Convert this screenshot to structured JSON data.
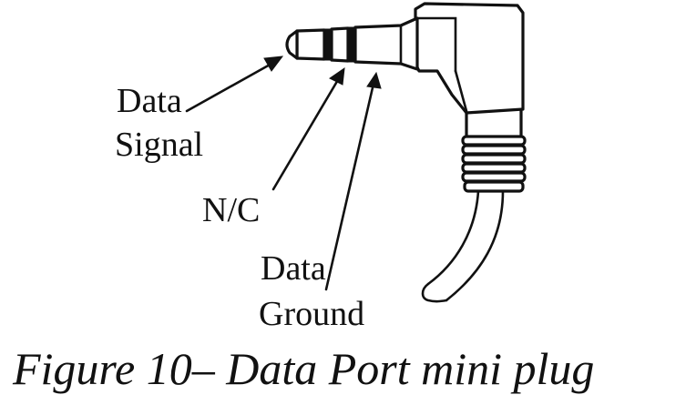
{
  "labels": {
    "data_signal_line1": "Data",
    "data_signal_line2": "Signal",
    "nc": "N/C",
    "data_ground_line1": "Data",
    "data_ground_line2": "Ground"
  },
  "caption": "Figure 10–  Data Port mini plug"
}
